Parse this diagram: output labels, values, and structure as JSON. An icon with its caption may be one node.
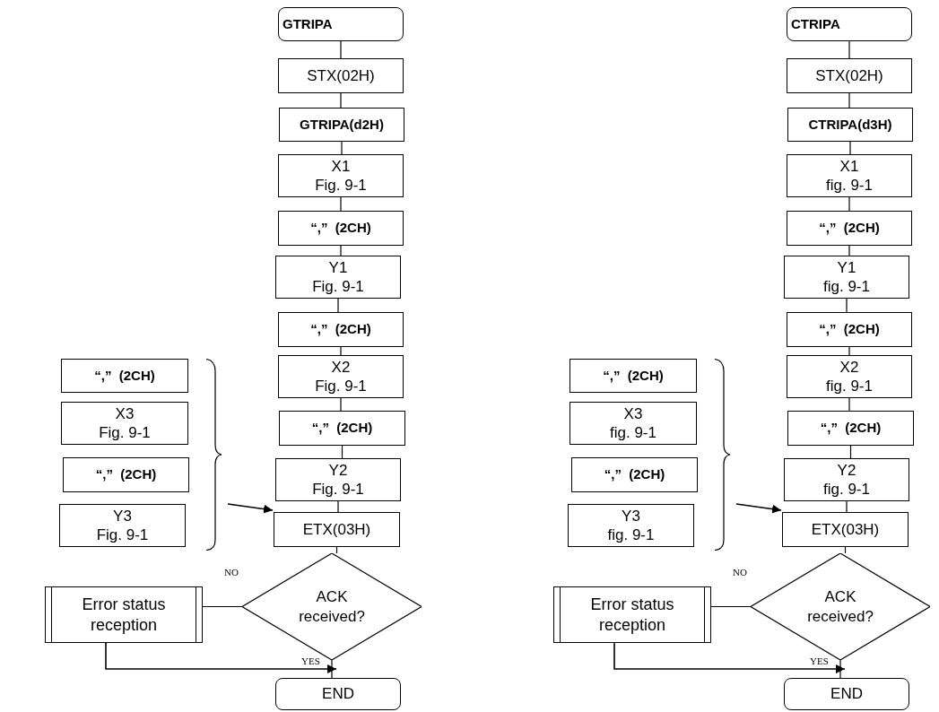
{
  "diagram": {
    "nodes": [
      {
        "text": [
          "GTRIPA"
        ]
      },
      {
        "text": [
          "STX(02H)"
        ]
      },
      {
        "text": [
          "GTRIPA(d2H)"
        ]
      },
      {
        "text": [
          "X1",
          "Fig. 9-1"
        ]
      },
      {
        "text": [
          "“,”  (2CH)"
        ]
      },
      {
        "text": [
          "Y1",
          "Fig. 9-1"
        ]
      },
      {
        "text": [
          "“,”  (2CH)"
        ]
      },
      {
        "text": [
          "X2",
          "Fig. 9-1"
        ]
      },
      {
        "text": [
          "“,”  (2CH)"
        ]
      },
      {
        "text": [
          "Y2",
          "Fig. 9-1"
        ]
      },
      {
        "text": [
          "ETX(03H)"
        ]
      },
      {
        "text": [
          "ACK received?"
        ]
      },
      {
        "text": [
          "Error status reception"
        ]
      },
      {
        "text": [
          "END"
        ]
      },
      {
        "text": [
          "“,”  (2CH)"
        ]
      },
      {
        "text": [
          "X3",
          "Fig. 9-1"
        ]
      },
      {
        "text": [
          "“,”  (2CH)"
        ]
      },
      {
        "text": [
          "Y3",
          "Fig. 9-1"
        ]
      },
      {
        "text": [
          "CTRIPA"
        ]
      },
      {
        "text": [
          "STX(02H)"
        ]
      },
      {
        "text": [
          "CTRIPA(d3H)"
        ]
      },
      {
        "text": [
          "X1",
          "fig. 9-1"
        ]
      },
      {
        "text": [
          "“,”  (2CH)"
        ]
      },
      {
        "text": [
          "Y1",
          "fig. 9-1"
        ]
      },
      {
        "text": [
          "“,”  (2CH)"
        ]
      },
      {
        "text": [
          "X2",
          "fig. 9-1"
        ]
      },
      {
        "text": [
          "“,”  (2CH)"
        ]
      },
      {
        "text": [
          "Y2",
          "fig. 9-1"
        ]
      },
      {
        "text": [
          "ETX(03H)"
        ]
      },
      {
        "text": [
          "ACK received?"
        ]
      },
      {
        "text": [
          "Error status reception"
        ]
      },
      {
        "text": [
          "END"
        ]
      },
      {
        "text": [
          "“,”  (2CH)"
        ]
      },
      {
        "text": [
          "X3",
          "fig. 9-1"
        ]
      },
      {
        "text": [
          "“,”  (2CH)"
        ]
      },
      {
        "text": [
          "Y3",
          "fig. 9-1"
        ]
      },
      {
        "text": [],
        "shape": "brace"
      },
      {
        "text": [],
        "shape": "brace"
      }
    ],
    "edges": [
      {
        "from": 0,
        "to": 1,
        "arrow": "none"
      },
      {
        "from": 1,
        "to": 2,
        "arrow": "none"
      },
      {
        "from": 2,
        "to": 3,
        "arrow": "none"
      },
      {
        "from": 3,
        "to": 4,
        "arrow": "none"
      },
      {
        "from": 4,
        "to": 5,
        "arrow": "none"
      },
      {
        "from": 5,
        "to": 6,
        "arrow": "none"
      },
      {
        "from": 6,
        "to": 7,
        "arrow": "none"
      },
      {
        "from": 7,
        "to": 8,
        "arrow": "none"
      },
      {
        "from": 8,
        "to": 9,
        "arrow": "none"
      },
      {
        "from": 9,
        "to": 10,
        "arrow": "none"
      },
      {
        "from": 10,
        "to": 11,
        "arrow": "none"
      },
      {
        "from": 11,
        "to": 12,
        "arrow": "none",
        "label": "NO"
      },
      {
        "from": 11,
        "to": 13,
        "arrow": "none",
        "label": "YES"
      },
      {
        "from": 12,
        "to": 13,
        "arrow": "to"
      },
      {
        "from": 36,
        "to": 10,
        "arrow": "to"
      },
      {
        "from": 18,
        "to": 19,
        "arrow": "none"
      },
      {
        "from": 19,
        "to": 20,
        "arrow": "none"
      },
      {
        "from": 20,
        "to": 21,
        "arrow": "none"
      },
      {
        "from": 21,
        "to": 22,
        "arrow": "none"
      },
      {
        "from": 22,
        "to": 23,
        "arrow": "none"
      },
      {
        "from": 23,
        "to": 24,
        "arrow": "none"
      },
      {
        "from": 24,
        "to": 25,
        "arrow": "none"
      },
      {
        "from": 25,
        "to": 26,
        "arrow": "none"
      },
      {
        "from": 26,
        "to": 27,
        "arrow": "none"
      },
      {
        "from": 27,
        "to": 28,
        "arrow": "none"
      },
      {
        "from": 28,
        "to": 29,
        "arrow": "none"
      },
      {
        "from": 29,
        "to": 30,
        "arrow": "none",
        "label": "NO"
      },
      {
        "from": 29,
        "to": 31,
        "arrow": "none",
        "label": "YES"
      },
      {
        "from": 30,
        "to": 31,
        "arrow": "to"
      },
      {
        "from": 37,
        "to": 28,
        "arrow": "to"
      }
    ]
  }
}
